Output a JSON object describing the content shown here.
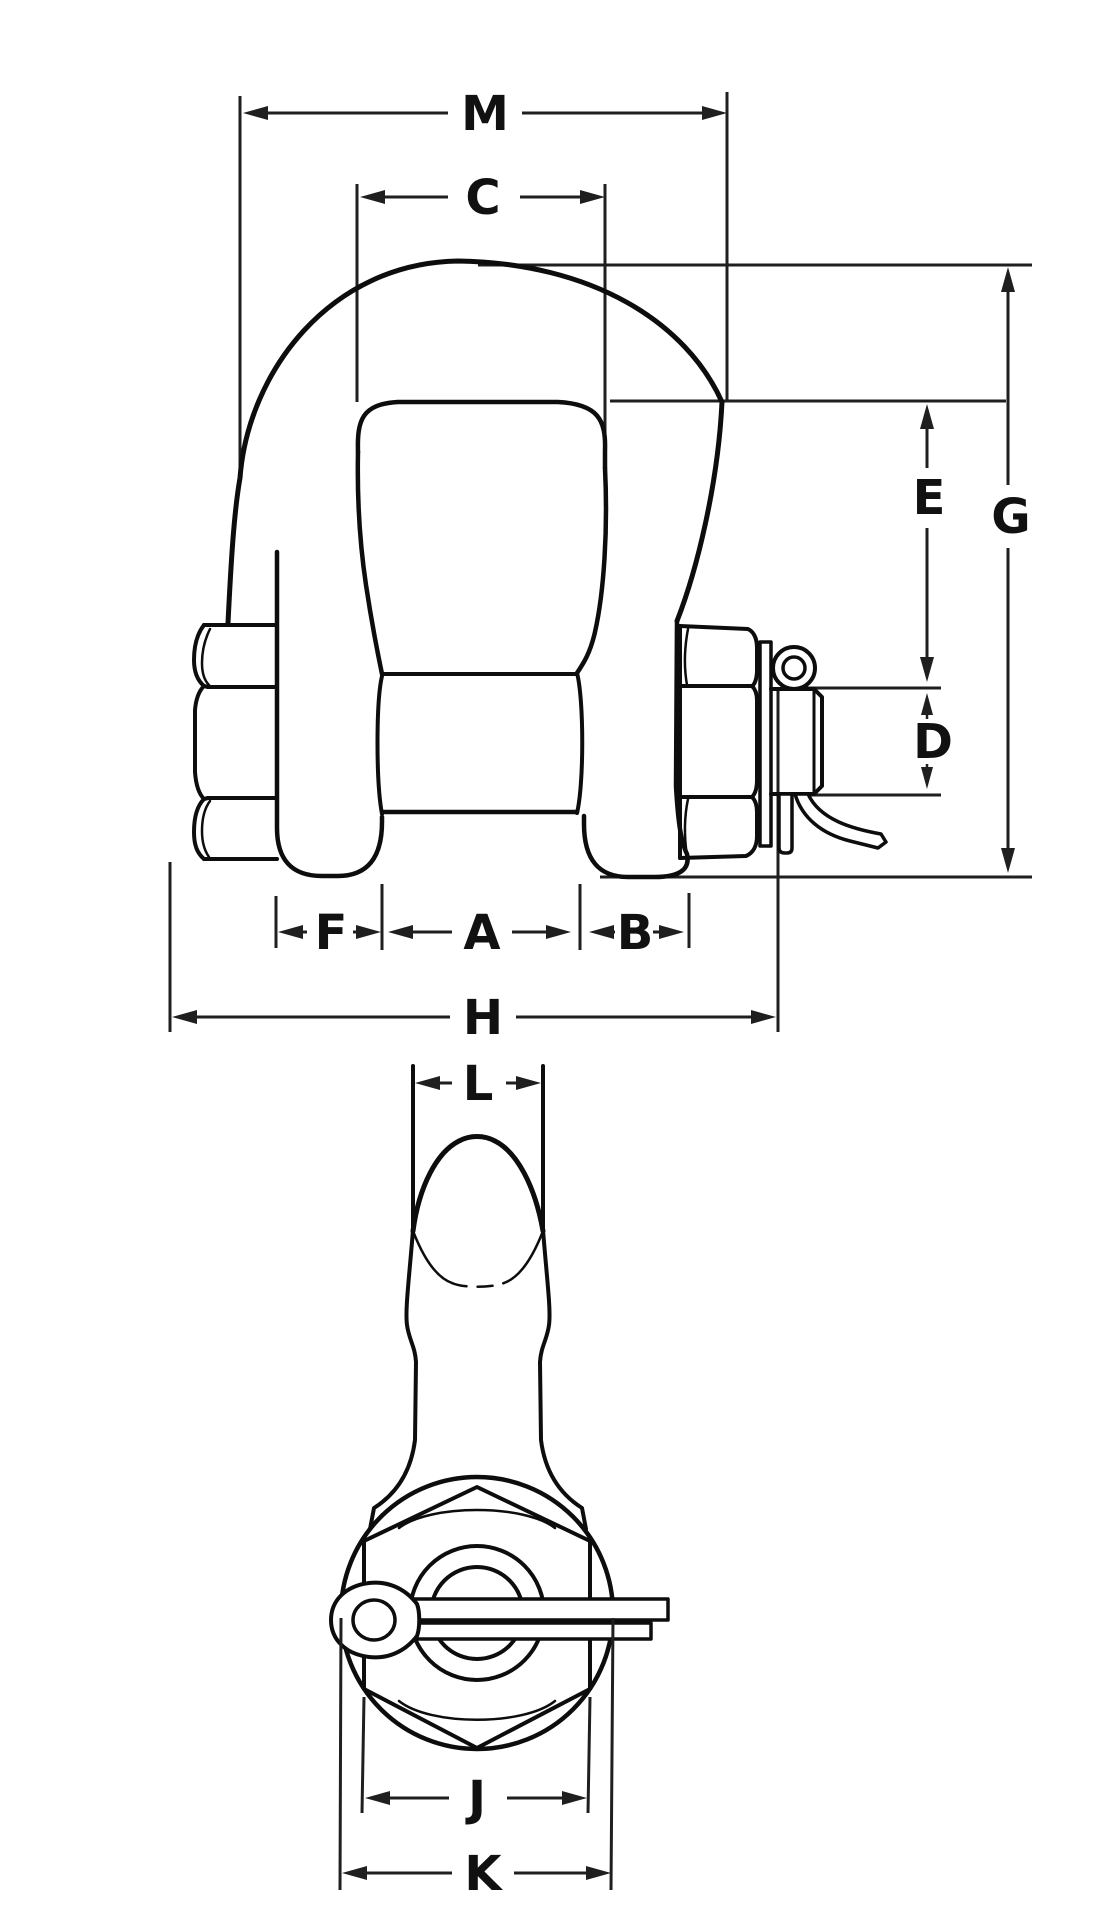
{
  "figure": {
    "type": "technical-drawing",
    "subject": "bolt-type anchor shackle with nut and cotter pin, front view and pin-end view",
    "background_color": "#ffffff",
    "line_color": "#0d0d0d",
    "dimension_line_color": "#1f1f1f"
  },
  "views": {
    "front_view": {
      "name": "front-view",
      "dimension_letters": [
        "M",
        "C",
        "E",
        "G",
        "D",
        "F",
        "A",
        "B",
        "H"
      ]
    },
    "pin_end_view": {
      "name": "bottom-view",
      "dimension_letters": [
        "L",
        "J",
        "K"
      ]
    }
  },
  "dimensions": {
    "M": "M",
    "C": "C",
    "E": "E",
    "G": "G",
    "D": "D",
    "F": "F",
    "A": "A",
    "B": "B",
    "H": "H",
    "L": "L",
    "J": "J",
    "K": "K"
  }
}
